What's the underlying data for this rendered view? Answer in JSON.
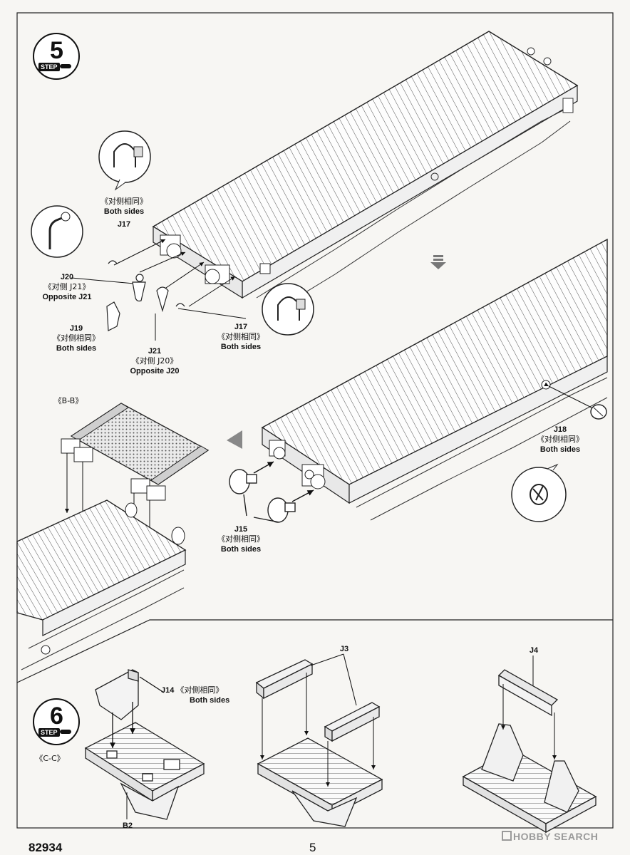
{
  "page": {
    "product_code": "82934",
    "page_number": "5",
    "watermark": "HOBBY SEARCH"
  },
  "step5": {
    "number": "5",
    "word": "STEP",
    "callouts": {
      "j17_top": {
        "cn": "《对侧相同》",
        "en": "Both sides",
        "part": "J17"
      },
      "j20": {
        "part": "J20",
        "cn": "《对侧 J21》",
        "en": "Opposite J21"
      },
      "j19": {
        "part": "J19",
        "cn": "《对侧相同》",
        "en": "Both sides"
      },
      "j21": {
        "part": "J21",
        "cn": "《对侧 J20》",
        "en": "Opposite J20"
      },
      "j17_right": {
        "part": "J17",
        "cn": "《对侧相同》",
        "en": "Both sides"
      },
      "bb": {
        "section": "《B-B》"
      },
      "j18": {
        "part": "J18",
        "cn": "《对侧相同》",
        "en": "Both sides"
      },
      "j15": {
        "part": "J15",
        "cn": "《对侧相同》",
        "en": "Both sides"
      }
    }
  },
  "step6": {
    "number": "6",
    "word": "STEP",
    "callouts": {
      "j14": {
        "part": "J14",
        "cn": "《对侧相同》",
        "en": "Both sides"
      },
      "cc": {
        "section": "《C-C》"
      },
      "b2": {
        "part": "B2"
      },
      "j3": {
        "part": "J3"
      },
      "j4": {
        "part": "J4"
      }
    }
  }
}
